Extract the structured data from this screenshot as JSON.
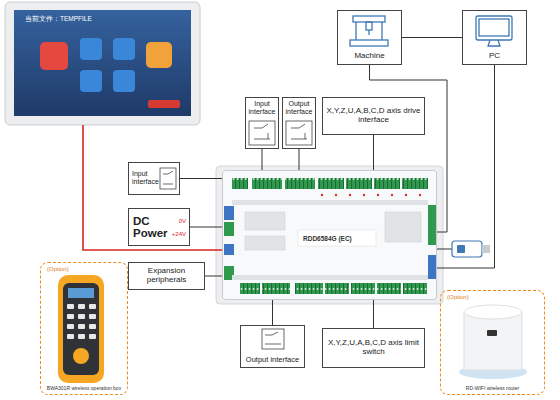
{
  "diagram": {
    "nodes": [
      {
        "text": [
          "当前文件：TEMPFILE"
        ]
      },
      {
        "text": [
          "Machine"
        ]
      },
      {
        "text": [
          "PC"
        ]
      },
      {
        "text": [
          "Input interface"
        ]
      },
      {
        "text": [
          "Output interface"
        ]
      },
      {
        "text": [
          "X,Y,Z,U,A,B,C,D axis drive interface"
        ]
      },
      {
        "text": [
          "Input interface"
        ]
      },
      {
        "text": [
          "DC Power",
          "0V",
          "+24V"
        ]
      },
      {
        "text": [
          "RDD6584G (EC)"
        ]
      },
      {
        "text": [
          "Expansion peripherals"
        ]
      },
      {
        "text": [
          "(Option)",
          "BWA301R wireless operation box"
        ]
      },
      {
        "text": [
          "Output interface"
        ]
      },
      {
        "text": [
          "X,Y,Z,U,A,B,C,D axis limit switch"
        ]
      },
      {
        "text": [
          "(Option)",
          "RD-WIFI wireless router"
        ]
      }
    ],
    "edges": [
      {
        "from": 0,
        "to": 8,
        "arrow": "none"
      },
      {
        "from": 1,
        "to": 2,
        "arrow": "none"
      },
      {
        "from": 1,
        "to": 8,
        "arrow": "none"
      },
      {
        "from": 2,
        "to": 8,
        "arrow": "none"
      },
      {
        "from": 3,
        "to": 8,
        "arrow": "none"
      },
      {
        "from": 4,
        "to": 8,
        "arrow": "none"
      },
      {
        "from": 5,
        "to": 8,
        "arrow": "none"
      },
      {
        "from": 6,
        "to": 8,
        "arrow": "none"
      },
      {
        "from": 7,
        "to": 8,
        "arrow": "none"
      },
      {
        "from": 9,
        "to": 8,
        "arrow": "none"
      },
      {
        "from": 11,
        "to": 8,
        "arrow": "none"
      },
      {
        "from": 12,
        "to": 8,
        "arrow": "none"
      }
    ]
  }
}
